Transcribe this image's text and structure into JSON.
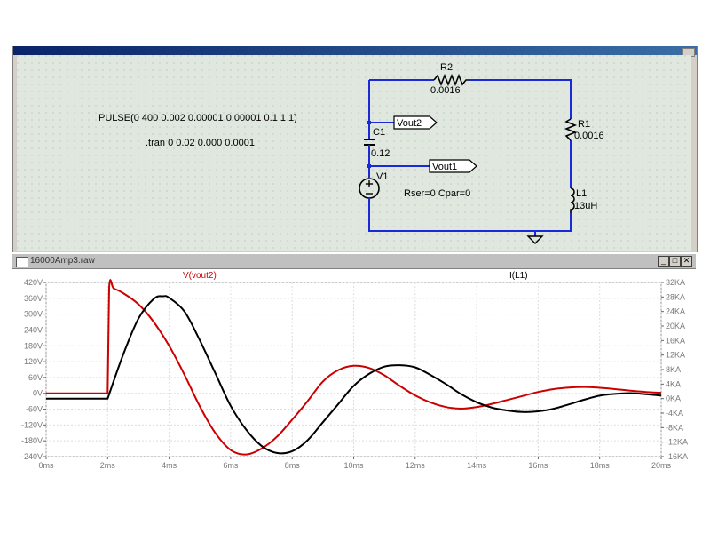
{
  "schematic": {
    "pulse_directive": "PULSE(0 400 0.002 0.00001 0.00001 0.1 1 1)",
    "tran_directive": ".tran 0 0.02 0.000 0.0001",
    "r2_name": "R2",
    "r2_value": "0.0016",
    "r1_name": "R1",
    "r1_value": "0.0016",
    "c1_name": "C1",
    "c1_value": "0.12",
    "v1_name": "V1",
    "v1_params": "Rser=0 Cpar=0",
    "l1_name": "L1",
    "l1_value": "13uH",
    "label_vout2": "Vout2",
    "label_vout1": "Vout1"
  },
  "waveform": {
    "window_title": "16000Amp3.raw",
    "min_btn": "_",
    "max_btn": "□",
    "close_btn": "✕"
  },
  "chart_data": {
    "type": "line",
    "x_ticks": [
      "0ms",
      "2ms",
      "4ms",
      "6ms",
      "8ms",
      "10ms",
      "12ms",
      "14ms",
      "16ms",
      "18ms",
      "20ms"
    ],
    "y_left_ticks": [
      "420V",
      "360V",
      "300V",
      "240V",
      "180V",
      "120V",
      "60V",
      "0V",
      "-60V",
      "-120V",
      "-180V",
      "-240V"
    ],
    "y_right_ticks": [
      "32KA",
      "28KA",
      "24KA",
      "20KA",
      "16KA",
      "12KA",
      "8KA",
      "4KA",
      "0KA",
      "-4KA",
      "-8KA",
      "-12KA",
      "-16KA"
    ],
    "xlim": [
      0,
      20
    ],
    "ylim_left": [
      -240,
      420
    ],
    "ylim_right": [
      -16,
      32
    ],
    "series": [
      {
        "name": "V(vout2)",
        "axis": "left",
        "color": "#cc0000",
        "x": [
          0,
          1.99,
          2.0,
          2.05,
          2.2,
          2.5,
          3.0,
          3.5,
          4.0,
          4.5,
          5.0,
          5.5,
          6.0,
          6.5,
          7.0,
          7.5,
          8.0,
          8.5,
          9.0,
          9.5,
          10.0,
          10.5,
          11.0,
          11.5,
          12.0,
          12.5,
          13.0,
          13.5,
          14.0,
          14.5,
          15.0,
          15.5,
          16.0,
          16.5,
          17.0,
          17.5,
          18.0,
          18.5,
          19.0,
          19.5,
          20.0
        ],
        "y": [
          0,
          0,
          0,
          400,
          397,
          380,
          338,
          270,
          180,
          70,
          -50,
          -150,
          -215,
          -232,
          -210,
          -165,
          -100,
          -30,
          45,
          88,
          104,
          96,
          68,
          28,
          -8,
          -35,
          -52,
          -58,
          -52,
          -40,
          -25,
          -10,
          5,
          16,
          22,
          24,
          21,
          16,
          10,
          5,
          2
        ]
      },
      {
        "name": "I(L1)",
        "axis": "right",
        "color": "#000000",
        "x": [
          0,
          1.99,
          2.0,
          2.5,
          3.0,
          3.5,
          3.8,
          4.0,
          4.5,
          5.0,
          5.5,
          6.0,
          6.5,
          7.0,
          7.5,
          8.0,
          8.5,
          9.0,
          9.5,
          10.0,
          10.5,
          11.0,
          11.5,
          12.0,
          12.5,
          13.0,
          13.5,
          14.0,
          14.5,
          15.0,
          15.5,
          16.0,
          16.5,
          17.0,
          17.5,
          18.0,
          18.5,
          19.0,
          19.5,
          20.0
        ],
        "y": [
          0,
          0,
          0,
          12,
          22,
          27.5,
          28.2,
          27.8,
          24,
          16,
          7,
          -2,
          -8.5,
          -13,
          -15,
          -14.5,
          -11.5,
          -6.5,
          -1.5,
          3.5,
          6.8,
          8.8,
          9.2,
          8.6,
          6.5,
          4,
          1.2,
          -1,
          -2.5,
          -3.3,
          -3.7,
          -3.5,
          -2.8,
          -1.6,
          -0.3,
          0.8,
          1.3,
          1.5,
          1.2,
          0.8
        ]
      }
    ]
  }
}
